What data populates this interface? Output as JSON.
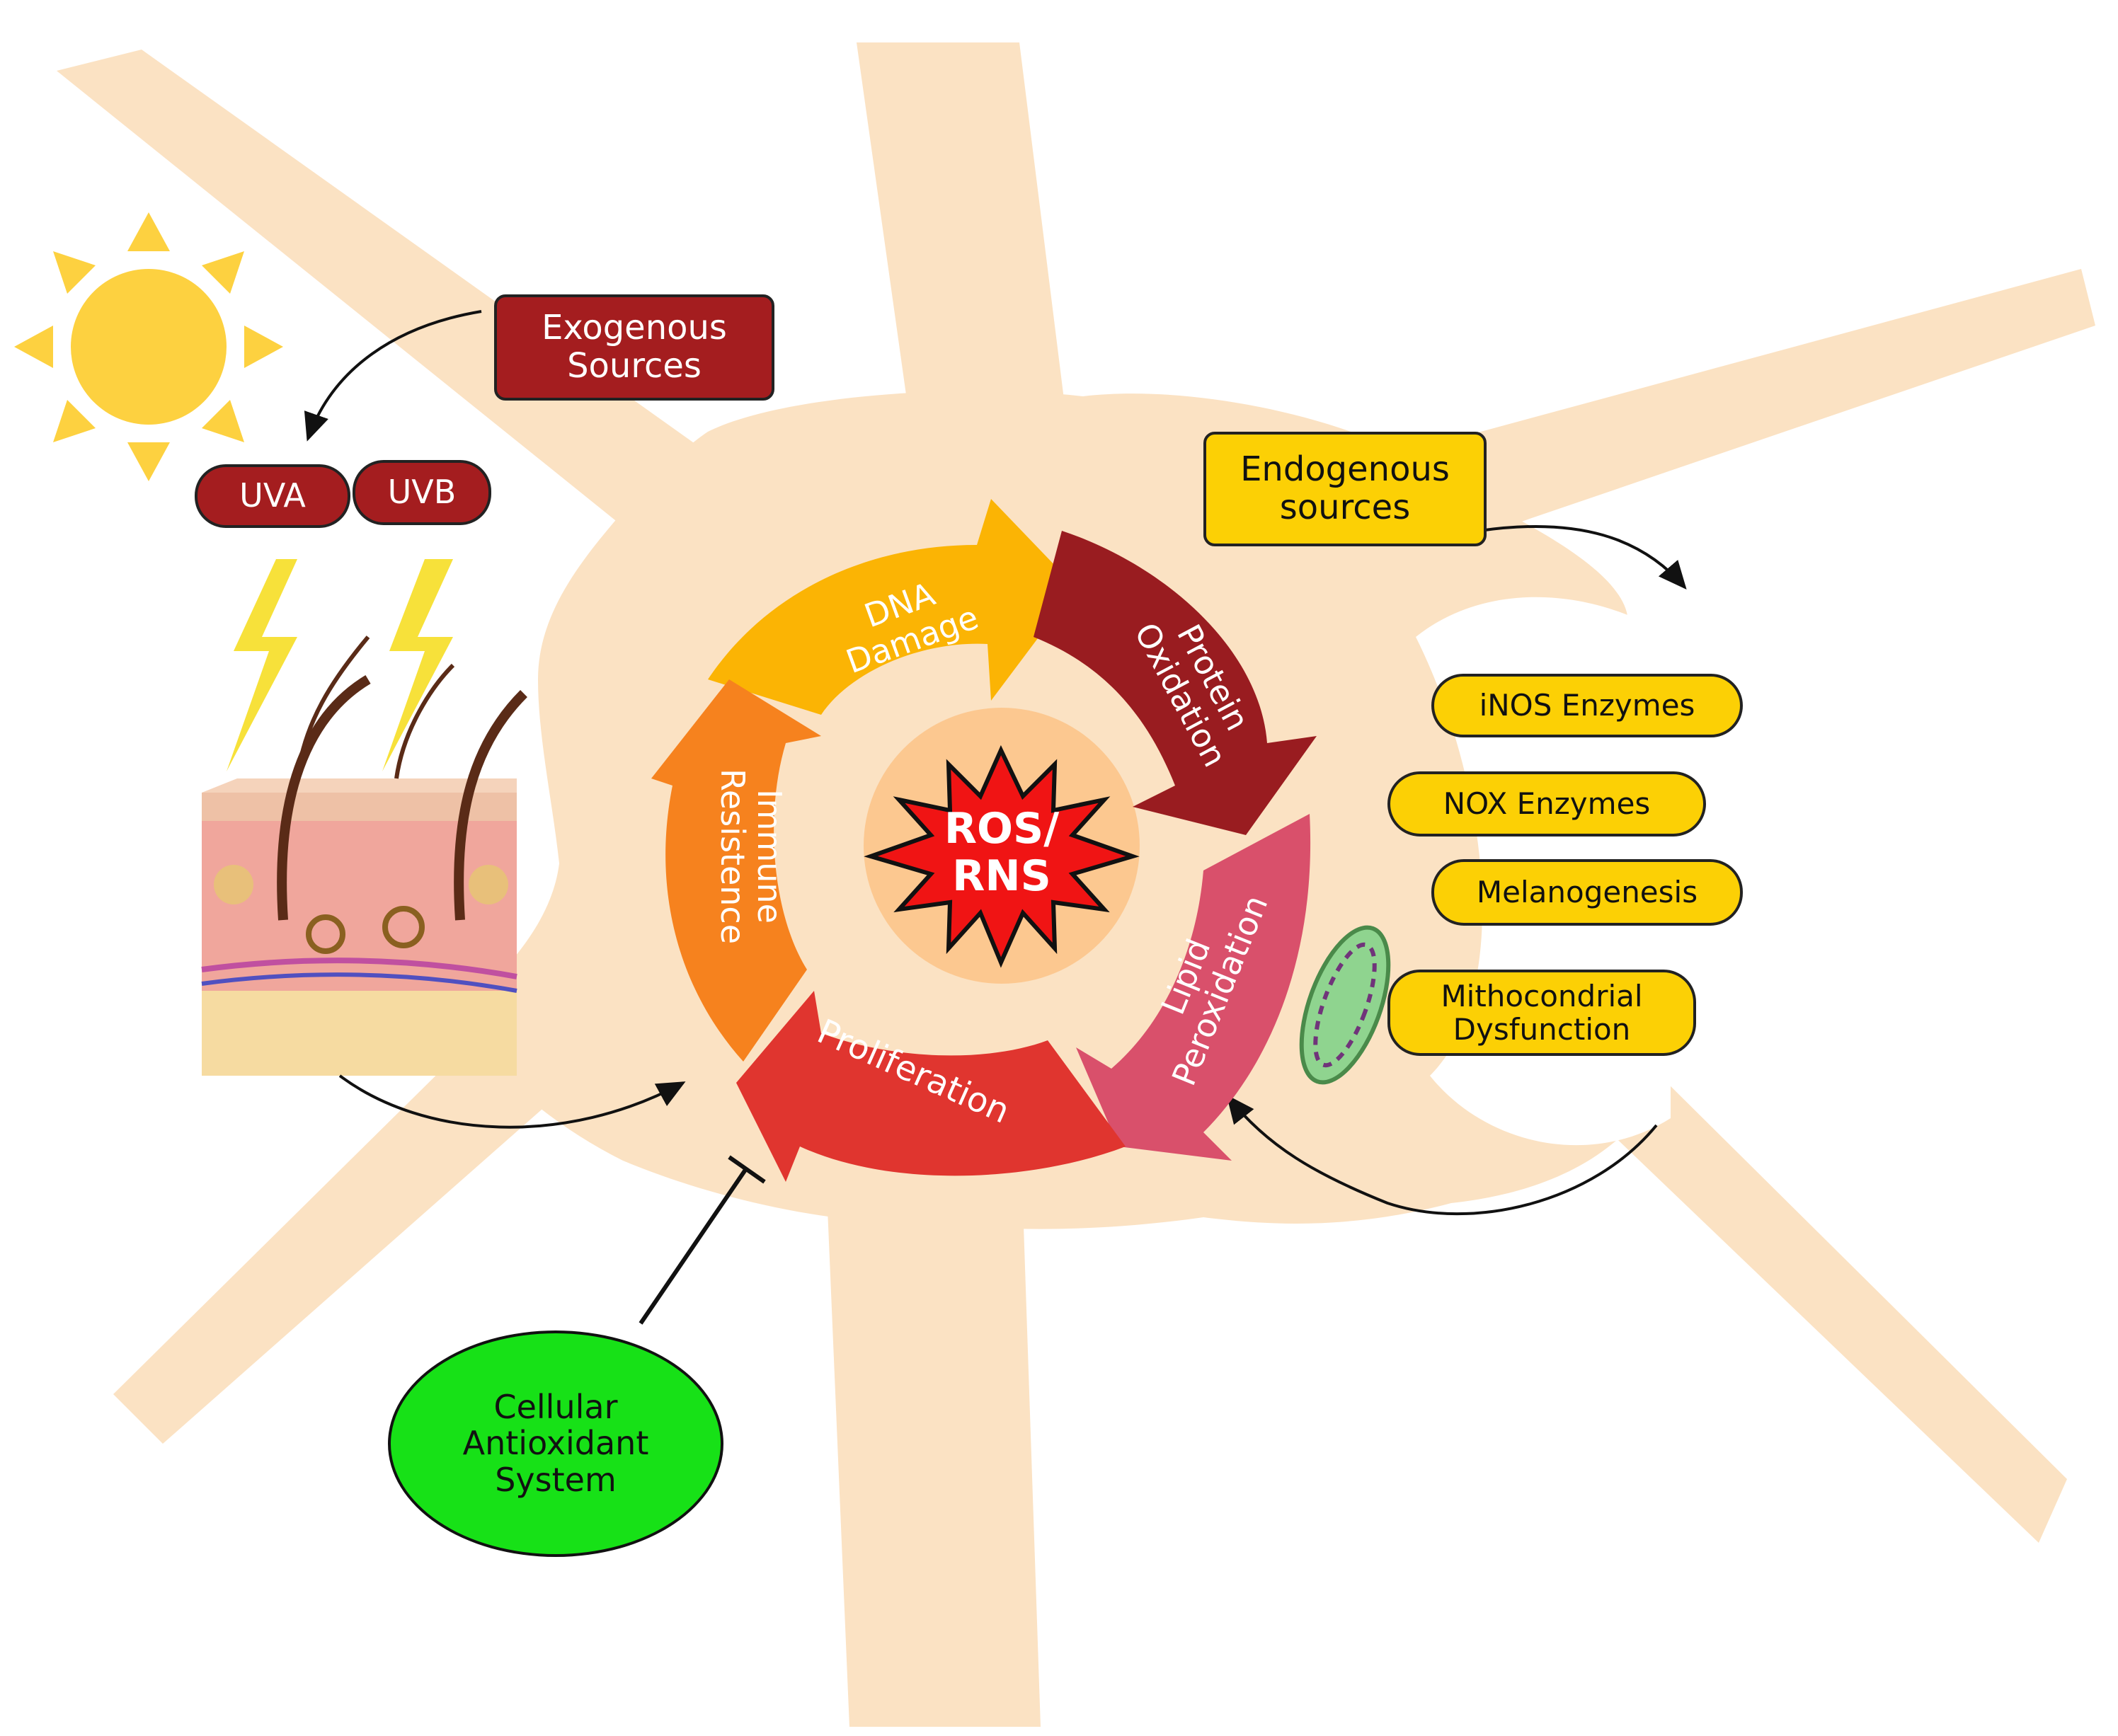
{
  "colors": {
    "cell": "#fbe2c3",
    "dna_arrow": "#fbb404",
    "protein_arrow": "#991c20",
    "lipid_arrow": "#d9506b",
    "proliferation_arrow": "#e0352f",
    "immune_arrow": "#f6821e",
    "ros_star": "#f01414",
    "exogenous": "#a41d1f",
    "endogenous": "#fcd005",
    "antioxidant": "#17e117"
  },
  "icons": [
    "sun-icon",
    "lightning-icon",
    "skin-cross-section-icon",
    "mitochondrion-icon"
  ],
  "exogenous": {
    "title": "Exogenous\nSources",
    "uva": "UVA",
    "uvb": "UVB"
  },
  "endogenous": {
    "title": "Endogenous\nsources",
    "items": [
      "iNOS Enzymes",
      "NOX Enzymes",
      "Melanogenesis",
      "Mithocondrial\nDysfunction"
    ]
  },
  "center": "ROS/\nRNS",
  "cycle": {
    "dna": "DNA\nDamage",
    "protein": "Protein\nOxidation",
    "lipid": "Lipid\nPeroxidation",
    "proliferation": "Proliferation",
    "immune": "Immune\nResistence"
  },
  "antioxidant": "Cellular\nAntioxidant\nSystem"
}
